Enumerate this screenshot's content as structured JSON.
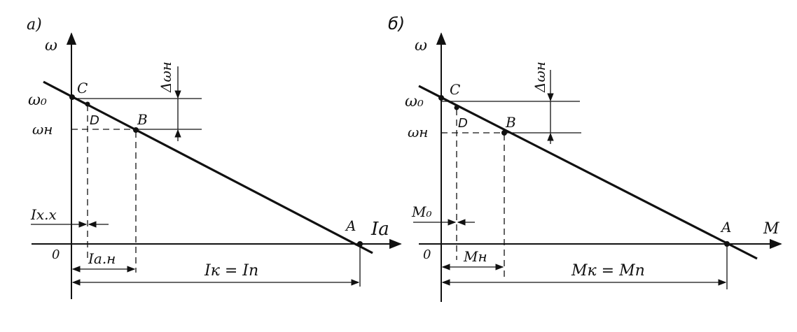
{
  "panel_a": {
    "tag": "а)",
    "y_axis": "ω",
    "x_axis": "Iа",
    "origin": "0",
    "omega0": "ω₀",
    "omegaN": "ωн",
    "delta": "Δωн",
    "pt_C": "C",
    "pt_D": "D",
    "pt_B": "B",
    "pt_A": "A",
    "idle": "Iх.х",
    "rated": "Iа.н",
    "short": "Iк = Iп"
  },
  "panel_b": {
    "tag": "б)",
    "y_axis": "ω",
    "x_axis": "M",
    "origin": "0",
    "omega0": "ω₀",
    "omegaN": "ωн",
    "delta": "Δωн",
    "pt_C": "C",
    "pt_D": "D",
    "pt_B": "B",
    "pt_A": "A",
    "idle": "M₀",
    "rated": "Mн",
    "short": "Mк = Mп"
  }
}
